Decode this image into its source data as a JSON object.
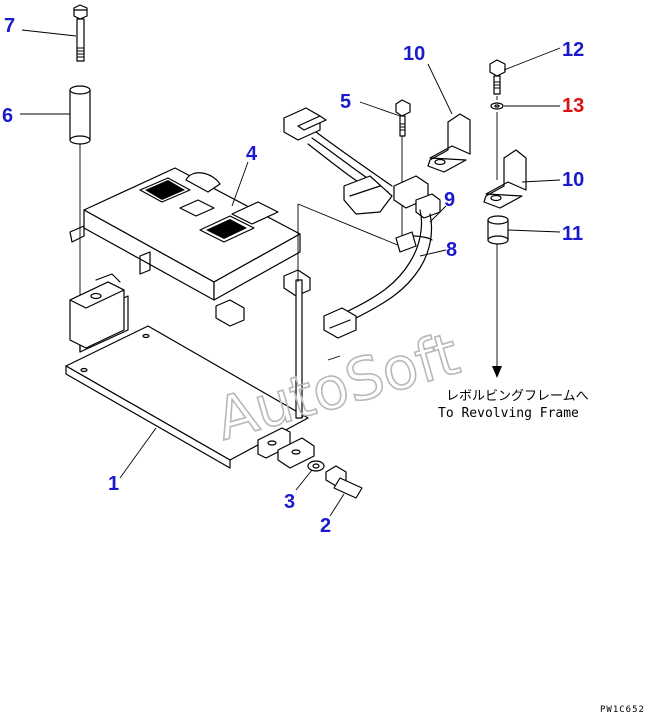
{
  "diagram": {
    "callouts": [
      {
        "id": "c1",
        "label": "1",
        "color": "#1a1acc"
      },
      {
        "id": "c2",
        "label": "2",
        "color": "#1a1acc"
      },
      {
        "id": "c3",
        "label": "3",
        "color": "#1a1acc"
      },
      {
        "id": "c4",
        "label": "4",
        "color": "#1a1acc"
      },
      {
        "id": "c5",
        "label": "5",
        "color": "#1a1acc"
      },
      {
        "id": "c6",
        "label": "6",
        "color": "#1a1acc"
      },
      {
        "id": "c7",
        "label": "7",
        "color": "#1a1acc"
      },
      {
        "id": "c8",
        "label": "8",
        "color": "#1a1acc"
      },
      {
        "id": "c9",
        "label": "9",
        "color": "#1a1acc"
      },
      {
        "id": "c10a",
        "label": "10",
        "color": "#1a1acc"
      },
      {
        "id": "c10b",
        "label": "10",
        "color": "#1a1acc"
      },
      {
        "id": "c11",
        "label": "11",
        "color": "#1a1acc"
      },
      {
        "id": "c12",
        "label": "12",
        "color": "#1a1acc"
      },
      {
        "id": "c13",
        "label": "13",
        "color": "#dd1111"
      }
    ],
    "note_jp": "レボルビングフレームへ",
    "note_en": "To Revolving Frame",
    "watermark": "AutoSoft",
    "drawing_code": "PW1C652"
  }
}
